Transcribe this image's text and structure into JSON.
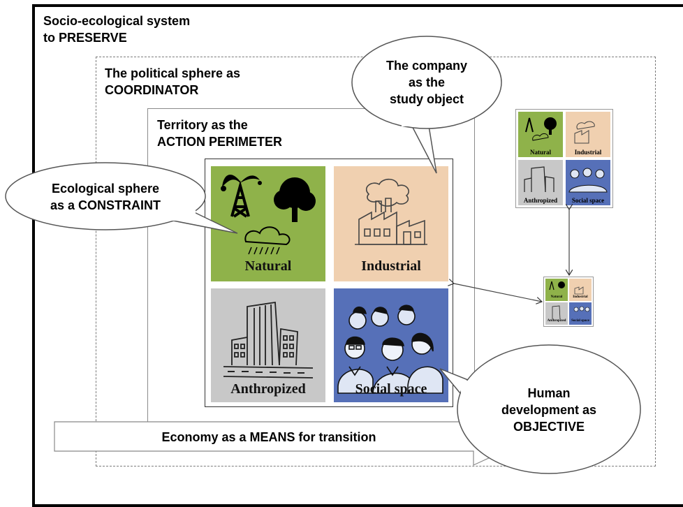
{
  "outer_label": "Socio-ecological system\nto PRESERVE",
  "political_label": "The political sphere as\nCOORDINATOR",
  "territory_label": "Territory as  the\nACTION PERIMETER",
  "bubbles": {
    "company": "The company\nas the\nstudy object",
    "ecological": "Ecological sphere\nas a CONSTRAINT",
    "human": "Human\ndevelopment as\nOBJECTIVE"
  },
  "economy_arrow": "Economy as a MEANS for transition",
  "quadrants": {
    "natural": "Natural",
    "industrial": "Industrial",
    "anthropized": "Anthropized",
    "social": "Social space"
  },
  "colors": {
    "natural": "#8fb24a",
    "industrial": "#f0d0b0",
    "anthropized": "#c8c8c8",
    "social": "#5670b8"
  }
}
